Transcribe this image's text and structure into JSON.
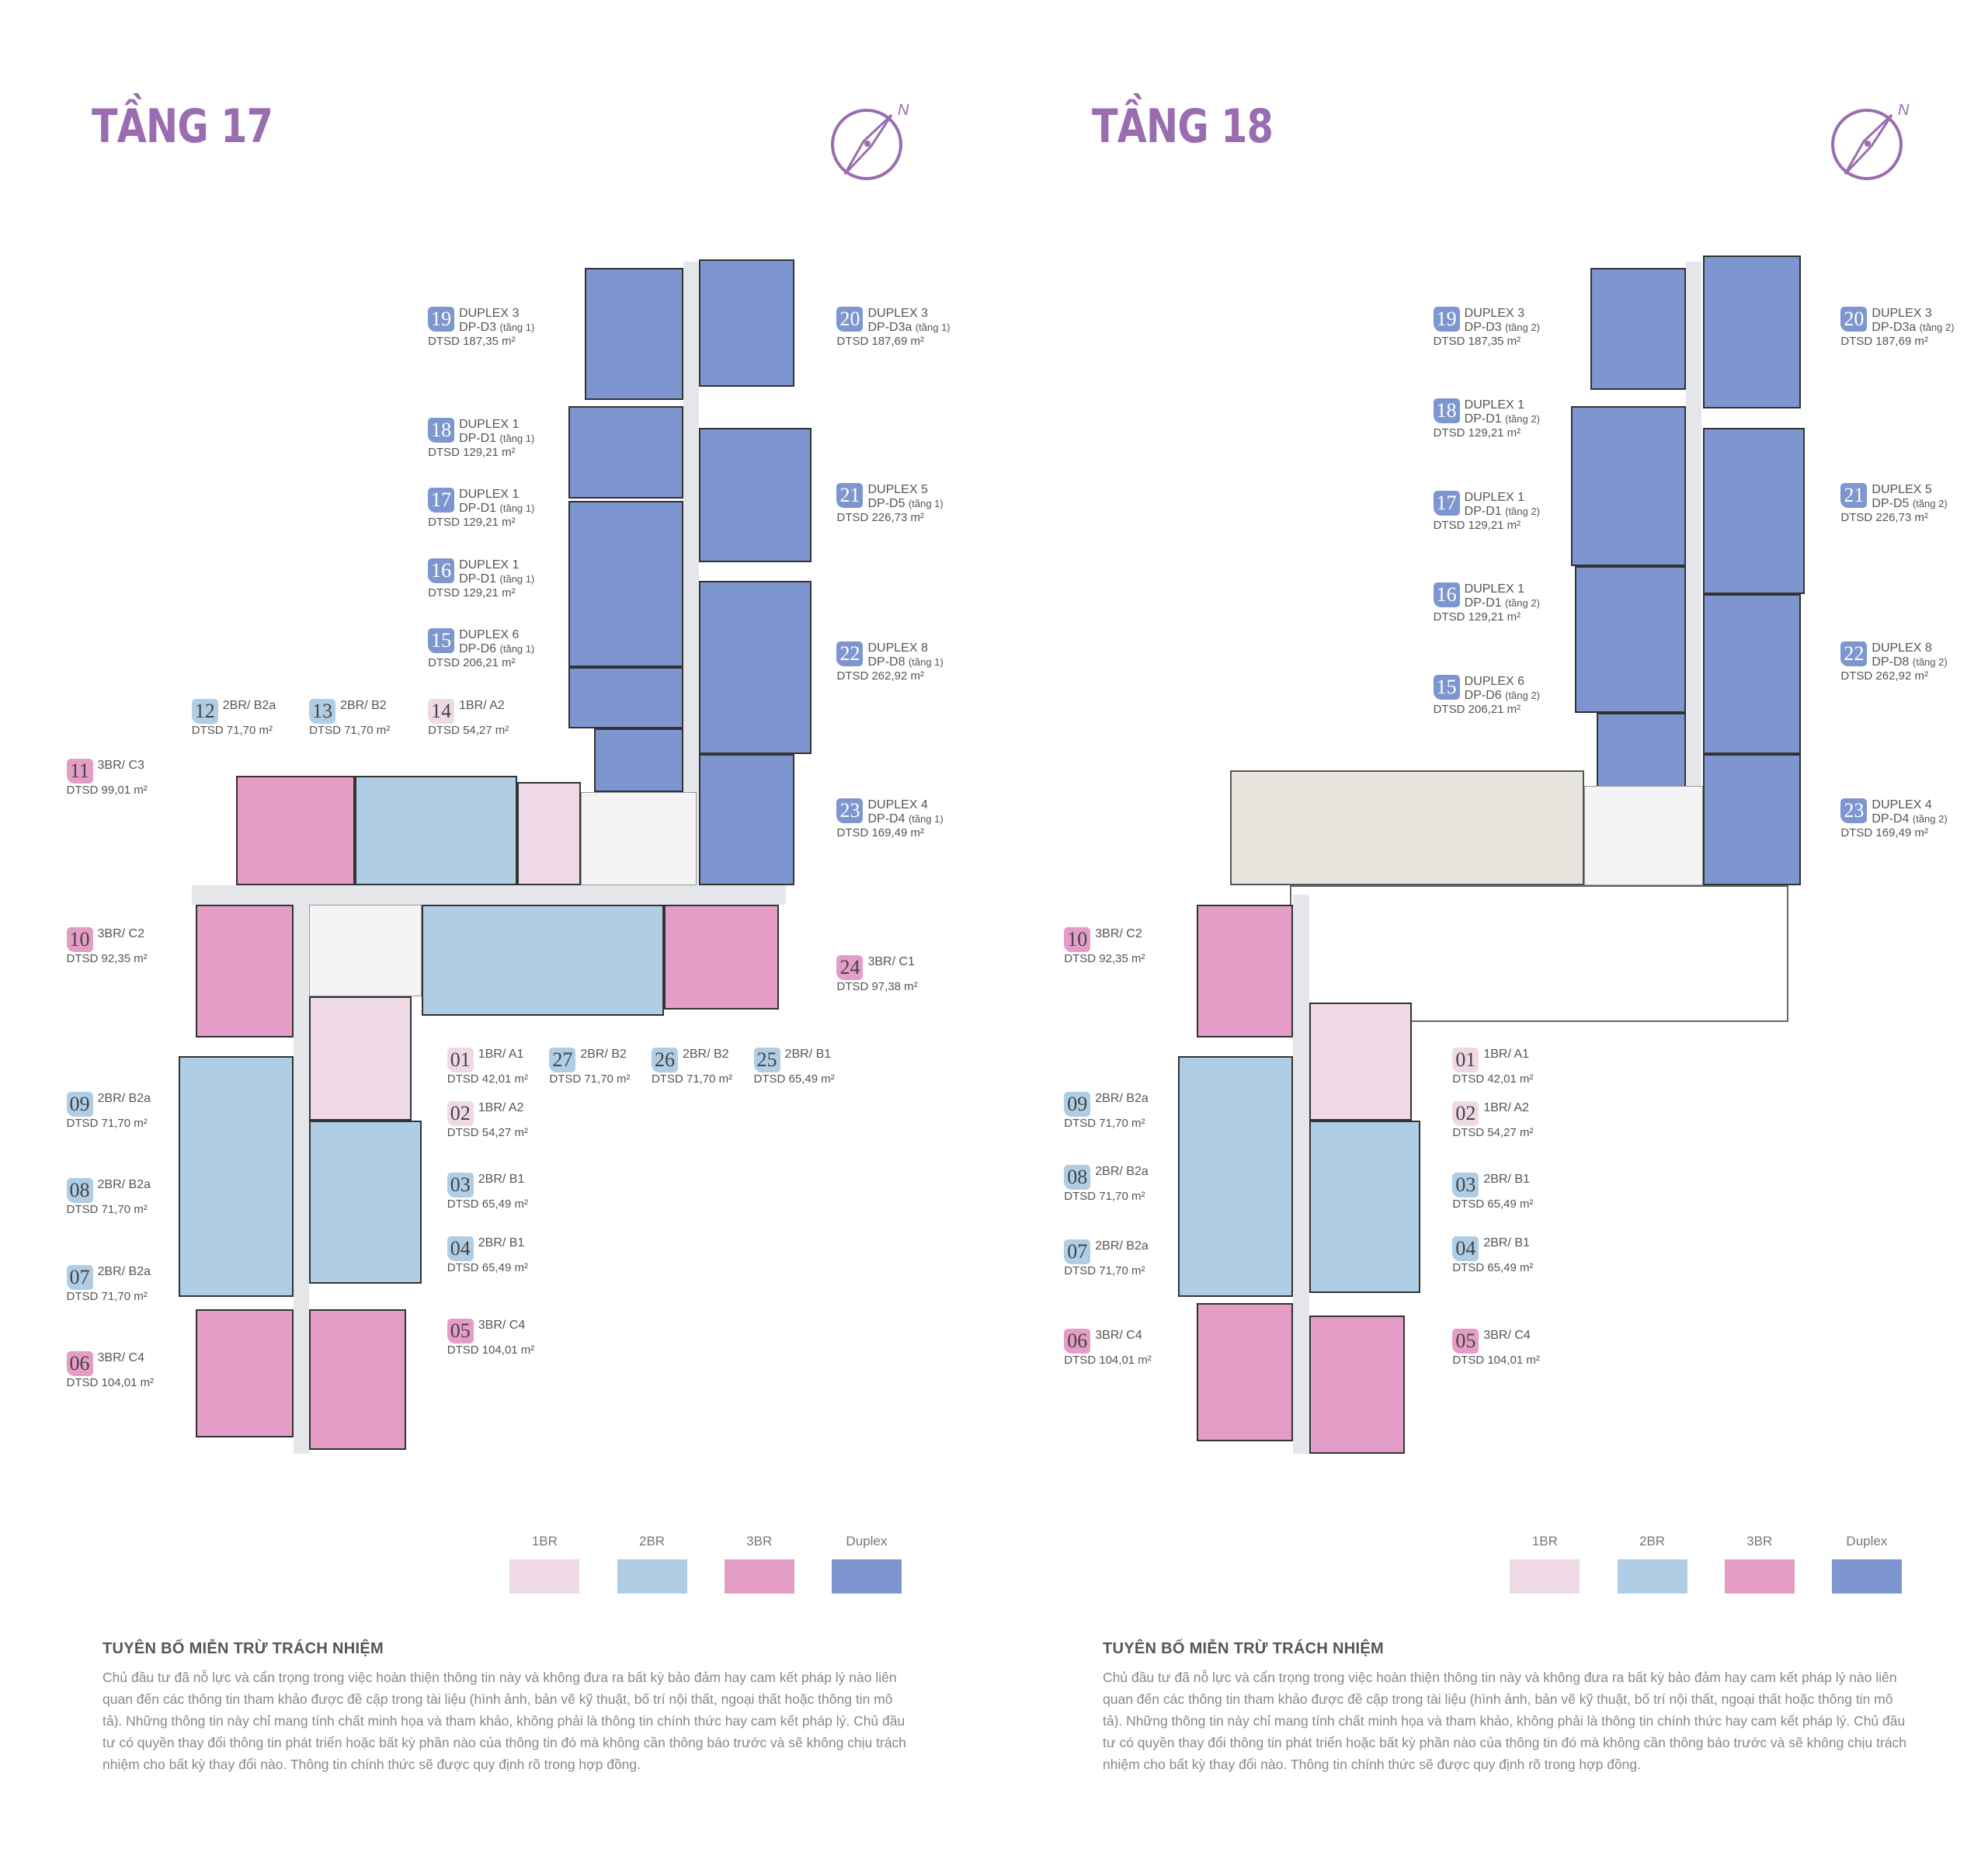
{
  "colors": {
    "title": "#9a6cb0",
    "1BR": "#f0d9e6",
    "2BR": "#afcde4",
    "3BR": "#e49dc6",
    "Duplex": "#7e96cf"
  },
  "floors": [
    {
      "title": "TẦNG 17",
      "compass_label": "N",
      "legend": [
        {
          "label": "1BR",
          "kind": "1BR"
        },
        {
          "label": "2BR",
          "kind": "2BR"
        },
        {
          "label": "3BR",
          "kind": "3BR"
        },
        {
          "label": "Duplex",
          "kind": "Duplex"
        }
      ],
      "disclaimer": {
        "title": "TUYÊN BỐ MIỄN TRỪ TRÁCH NHIỆM",
        "body": "Chủ đầu tư đã nỗ lực và cẩn trọng trong việc hoàn thiện thông tin này và không đưa ra bất kỳ bảo đảm hay cam kết pháp lý nào liên quan đến các thông tin tham khảo được đề cập trong tài liệu (hình ảnh, bản vẽ kỹ thuật, bố trí nội thất, ngoại thất hoặc thông tin mô tả). Những thông tin này chỉ mang tính chất minh họa và tham khảo, không phải là thông tin chính thức hay cam kết pháp lý. Chủ đầu tư có quyền thay đổi thông tin phát triển hoặc bất kỳ phần nào của thông tin đó mà không cần thông báo trước và sẽ không chịu trách nhiệm cho bất kỳ thay đổi nào. Thông tin chính thức sẽ được quy định rõ trong hợp đồng."
      },
      "units": [
        {
          "no": "19",
          "kind": "Duplex",
          "l1": "DUPLEX 3",
          "l2": "DP-D3",
          "note": "(tầng 1)",
          "area": "DTSD 187,35 m²"
        },
        {
          "no": "20",
          "kind": "Duplex",
          "l1": "DUPLEX 3",
          "l2": "DP-D3a",
          "note": "(tầng 1)",
          "area": "DTSD 187,69 m²"
        },
        {
          "no": "18",
          "kind": "Duplex",
          "l1": "DUPLEX 1",
          "l2": "DP-D1",
          "note": "(tầng 1)",
          "area": "DTSD 129,21 m²"
        },
        {
          "no": "21",
          "kind": "Duplex",
          "l1": "DUPLEX 5",
          "l2": "DP-D5",
          "note": "(tầng 1)",
          "area": "DTSD 226,73 m²"
        },
        {
          "no": "17",
          "kind": "Duplex",
          "l1": "DUPLEX 1",
          "l2": "DP-D1",
          "note": "(tầng 1)",
          "area": "DTSD 129,21 m²"
        },
        {
          "no": "16",
          "kind": "Duplex",
          "l1": "DUPLEX 1",
          "l2": "DP-D1",
          "note": "(tầng 1)",
          "area": "DTSD 129,21 m²"
        },
        {
          "no": "22",
          "kind": "Duplex",
          "l1": "DUPLEX 8",
          "l2": "DP-D8",
          "note": "(tầng 1)",
          "area": "DTSD 262,92 m²"
        },
        {
          "no": "15",
          "kind": "Duplex",
          "l1": "DUPLEX 6",
          "l2": "DP-D6",
          "note": "(tầng 1)",
          "area": "DTSD 206,21 m²"
        },
        {
          "no": "12",
          "kind": "2BR",
          "l1": "2BR/ B2a",
          "area": "DTSD 71,70 m²"
        },
        {
          "no": "13",
          "kind": "2BR",
          "l1": "2BR/ B2",
          "area": "DTSD 71,70 m²"
        },
        {
          "no": "14",
          "kind": "1BR",
          "l1": "1BR/ A2",
          "area": "DTSD 54,27 m²"
        },
        {
          "no": "11",
          "kind": "3BR",
          "l1": "3BR/ C3",
          "area": "DTSD 99,01 m²"
        },
        {
          "no": "23",
          "kind": "Duplex",
          "l1": "DUPLEX 4",
          "l2": "DP-D4",
          "note": "(tầng 1)",
          "area": "DTSD 169,49 m²"
        },
        {
          "no": "10",
          "kind": "3BR",
          "l1": "3BR/ C2",
          "area": "DTSD 92,35 m²"
        },
        {
          "no": "24",
          "kind": "3BR",
          "l1": "3BR/ C1",
          "area": "DTSD 97,38 m²"
        },
        {
          "no": "01",
          "kind": "1BR",
          "l1": "1BR/ A1",
          "area": "DTSD 42,01 m²"
        },
        {
          "no": "27",
          "kind": "2BR",
          "l1": "2BR/ B2",
          "area": "DTSD 71,70 m²"
        },
        {
          "no": "26",
          "kind": "2BR",
          "l1": "2BR/ B2",
          "area": "DTSD 71,70 m²"
        },
        {
          "no": "25",
          "kind": "2BR",
          "l1": "2BR/ B1",
          "area": "DTSD 65,49 m²"
        },
        {
          "no": "09",
          "kind": "2BR",
          "l1": "2BR/ B2a",
          "area": "DTSD 71,70 m²"
        },
        {
          "no": "02",
          "kind": "1BR",
          "l1": "1BR/ A2",
          "area": "DTSD 54,27 m²"
        },
        {
          "no": "08",
          "kind": "2BR",
          "l1": "2BR/ B2a",
          "area": "DTSD 71,70 m²"
        },
        {
          "no": "03",
          "kind": "2BR",
          "l1": "2BR/ B1",
          "area": "DTSD 65,49 m²"
        },
        {
          "no": "07",
          "kind": "2BR",
          "l1": "2BR/ B2a",
          "area": "DTSD 71,70 m²"
        },
        {
          "no": "04",
          "kind": "2BR",
          "l1": "2BR/ B1",
          "area": "DTSD 65,49 m²"
        },
        {
          "no": "06",
          "kind": "3BR",
          "l1": "3BR/ C4",
          "area": "DTSD 104,01 m²"
        },
        {
          "no": "05",
          "kind": "3BR",
          "l1": "3BR/ C4",
          "area": "DTSD 104,01 m²"
        }
      ]
    },
    {
      "title": "TẦNG 18",
      "compass_label": "N",
      "legend": [
        {
          "label": "1BR",
          "kind": "1BR"
        },
        {
          "label": "2BR",
          "kind": "2BR"
        },
        {
          "label": "3BR",
          "kind": "3BR"
        },
        {
          "label": "Duplex",
          "kind": "Duplex"
        }
      ],
      "disclaimer": {
        "title": "TUYÊN BỐ MIỄN TRỪ TRÁCH NHIỆM",
        "body": "Chủ đầu tư đã nỗ lực và cẩn trọng trong việc hoàn thiện thông tin này và không đưa ra bất kỳ bảo đảm hay cam kết pháp lý nào liên quan đến các thông tin tham khảo được đề cập trong tài liệu (hình ảnh, bản vẽ kỹ thuật, bố trí nội thất, ngoại thất hoặc thông tin mô tả). Những thông tin này chỉ mang tính chất minh họa và tham khảo, không phải là thông tin chính thức hay cam kết pháp lý. Chủ đầu tư có quyền thay đổi thông tin phát triển hoặc bất kỳ phần nào của thông tin đó mà không cần thông báo trước và sẽ không chịu trách nhiệm cho bất kỳ thay đổi nào. Thông tin chính thức sẽ được quy định rõ trong hợp đồng."
      },
      "units": [
        {
          "no": "19",
          "kind": "Duplex",
          "l1": "DUPLEX 3",
          "l2": "DP-D3",
          "note": "(tầng 2)",
          "area": "DTSD 187,35 m²"
        },
        {
          "no": "20",
          "kind": "Duplex",
          "l1": "DUPLEX 3",
          "l2": "DP-D3a",
          "note": "(tầng 2)",
          "area": "DTSD 187,69 m²"
        },
        {
          "no": "18",
          "kind": "Duplex",
          "l1": "DUPLEX 1",
          "l2": "DP-D1",
          "note": "(tầng 2)",
          "area": "DTSD 129,21 m²"
        },
        {
          "no": "21",
          "kind": "Duplex",
          "l1": "DUPLEX 5",
          "l2": "DP-D5",
          "note": "(tầng 2)",
          "area": "DTSD 226,73 m²"
        },
        {
          "no": "17",
          "kind": "Duplex",
          "l1": "DUPLEX 1",
          "l2": "DP-D1",
          "note": "(tầng 2)",
          "area": "DTSD 129,21 m²"
        },
        {
          "no": "16",
          "kind": "Duplex",
          "l1": "DUPLEX 1",
          "l2": "DP-D1",
          "note": "(tầng 2)",
          "area": "DTSD 129,21 m²"
        },
        {
          "no": "22",
          "kind": "Duplex",
          "l1": "DUPLEX 8",
          "l2": "DP-D8",
          "note": "(tầng 2)",
          "area": "DTSD 262,92 m²"
        },
        {
          "no": "15",
          "kind": "Duplex",
          "l1": "DUPLEX 6",
          "l2": "DP-D6",
          "note": "(tầng 2)",
          "area": "DTSD 206,21 m²"
        },
        {
          "no": "23",
          "kind": "Duplex",
          "l1": "DUPLEX 4",
          "l2": "DP-D4",
          "note": "(tầng 2)",
          "area": "DTSD 169,49 m²"
        },
        {
          "no": "10",
          "kind": "3BR",
          "l1": "3BR/ C2",
          "area": "DTSD 92,35 m²"
        },
        {
          "no": "01",
          "kind": "1BR",
          "l1": "1BR/ A1",
          "area": "DTSD 42,01 m²"
        },
        {
          "no": "02",
          "kind": "1BR",
          "l1": "1BR/ A2",
          "area": "DTSD 54,27 m²"
        },
        {
          "no": "09",
          "kind": "2BR",
          "l1": "2BR/ B2a",
          "area": "DTSD 71,70 m²"
        },
        {
          "no": "08",
          "kind": "2BR",
          "l1": "2BR/ B2a",
          "area": "DTSD 71,70 m²"
        },
        {
          "no": "03",
          "kind": "2BR",
          "l1": "2BR/ B1",
          "area": "DTSD 65,49 m²"
        },
        {
          "no": "07",
          "kind": "2BR",
          "l1": "2BR/ B2a",
          "area": "DTSD 71,70 m²"
        },
        {
          "no": "04",
          "kind": "2BR",
          "l1": "2BR/ B1",
          "area": "DTSD 65,49 m²"
        },
        {
          "no": "06",
          "kind": "3BR",
          "l1": "3BR/ C4",
          "area": "DTSD 104,01 m²"
        },
        {
          "no": "05",
          "kind": "3BR",
          "l1": "3BR/ C4",
          "area": "DTSD 104,01 m²"
        }
      ]
    }
  ]
}
